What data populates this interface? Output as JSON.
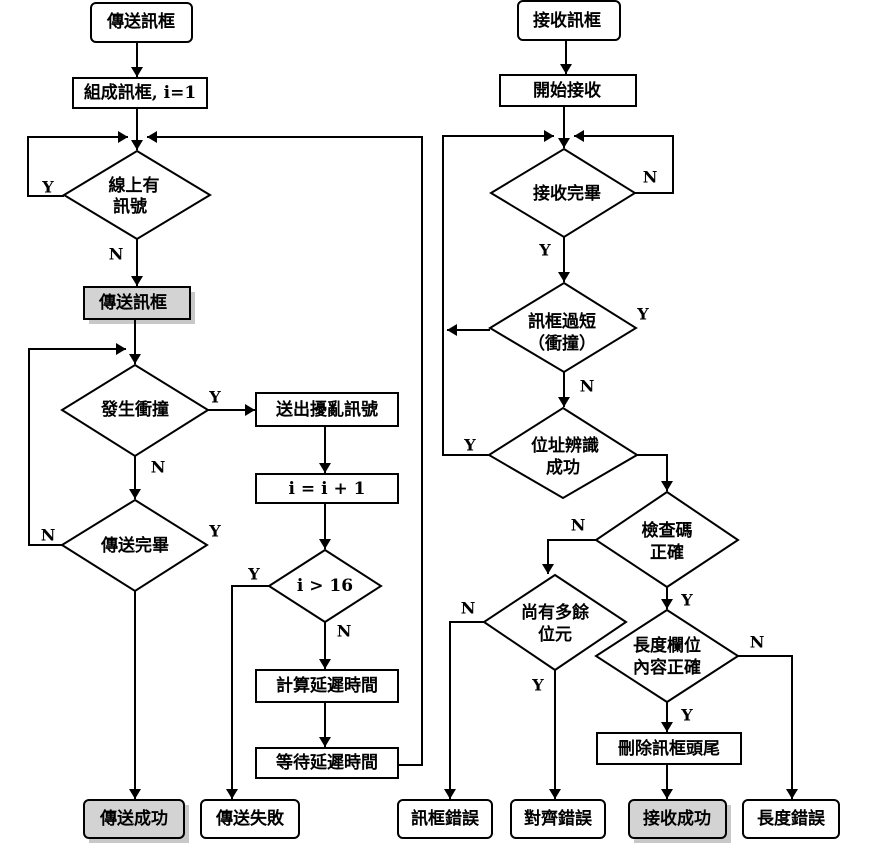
{
  "sender": {
    "start": "傳送訊框",
    "assemble": "組成訊框, i=1",
    "line_busy": [
      "線上有",
      "訊號"
    ],
    "transmit": "傳送訊框",
    "collision": "發生衝撞",
    "jam": "送出擾亂訊號",
    "increment": "i = i + 1",
    "limit": "i > 16",
    "calc_delay": "計算延遲時間",
    "wait_delay": "等待延遲時間",
    "done": "傳送完畢",
    "success": "傳送成功",
    "fail": "傳送失敗"
  },
  "receiver": {
    "start": "接收訊框",
    "begin": "開始接收",
    "done": "接收完畢",
    "too_short": [
      "訊框過短",
      "（衝撞）"
    ],
    "address_ok": [
      "位址辨識",
      "成功"
    ],
    "checksum_ok": [
      "檢查碼",
      "正確"
    ],
    "extra_bits": [
      "尚有多餘",
      "位元"
    ],
    "length_ok": [
      "長度欄位",
      "內容正確"
    ],
    "strip": "刪除訊框頭尾",
    "frame_error": "訊框錯誤",
    "align_error": "對齊錯誤",
    "success": "接收成功",
    "length_error": "長度錯誤"
  },
  "labels": {
    "yes": "Y",
    "no": "N"
  }
}
